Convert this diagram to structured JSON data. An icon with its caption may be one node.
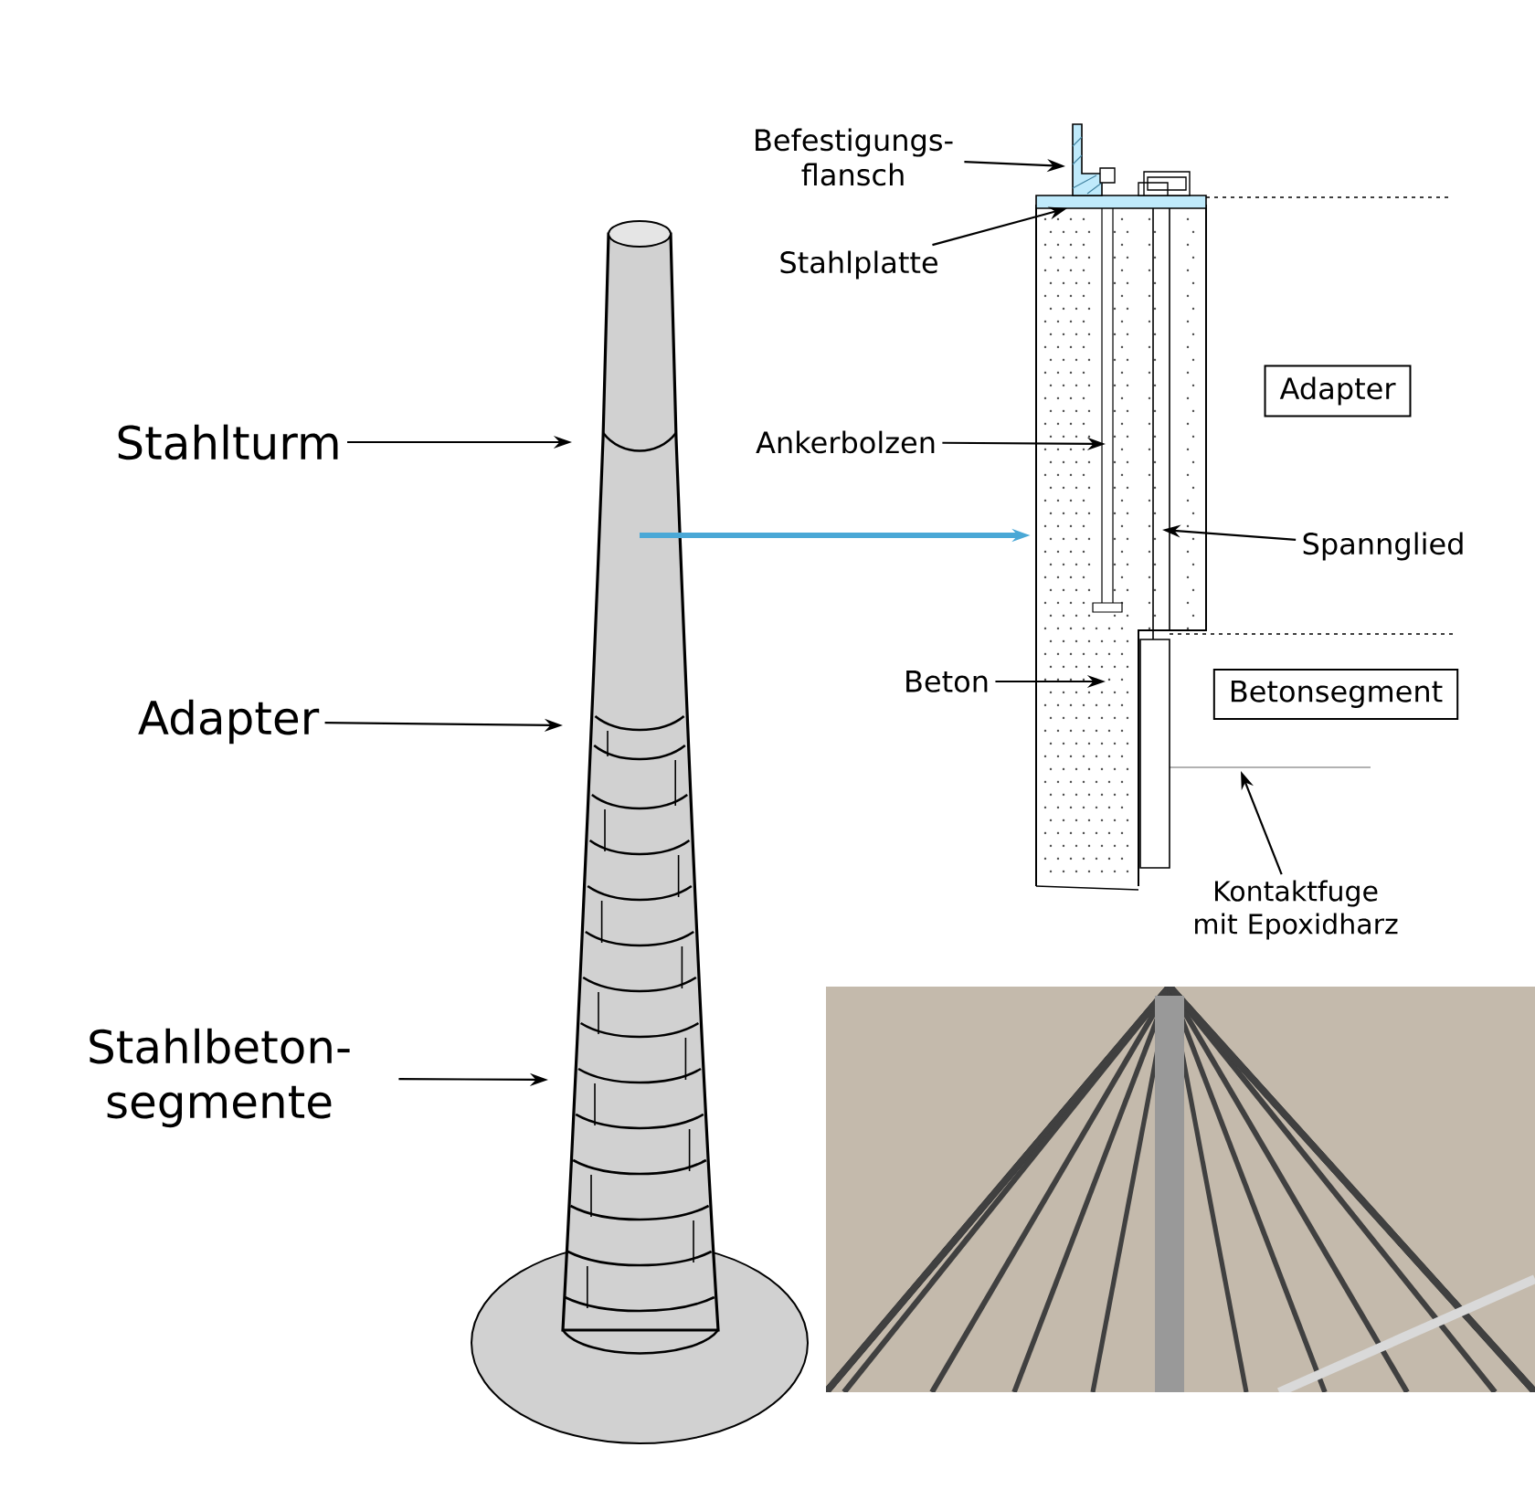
{
  "diagram": {
    "nodes": [
      {
        "text": [
          "Stahlturm"
        ]
      },
      {
        "text": [
          "Adapter"
        ]
      },
      {
        "text": [
          "Stahlbeton- segmente"
        ]
      },
      {
        "text": [],
        "shape": "picture"
      },
      {
        "text": [],
        "shape": "picture"
      },
      {
        "text": [
          "Befestigungs- flansch"
        ]
      },
      {
        "text": [
          "Stahlplatte"
        ]
      },
      {
        "text": [
          "Adapter"
        ]
      },
      {
        "text": [
          "Ankerbolzen"
        ]
      },
      {
        "text": [
          "Spannglied"
        ]
      },
      {
        "text": [
          "Beton"
        ]
      },
      {
        "text": [
          "Betonsegment"
        ]
      },
      {
        "text": [
          "Kontaktfuge mit Epoxidharz"
        ]
      }
    ],
    "edges": [
      {
        "from": 0,
        "to": 3,
        "arrow": "to"
      },
      {
        "from": 1,
        "to": 3,
        "arrow": "to"
      },
      {
        "from": 2,
        "to": 3,
        "arrow": "to"
      },
      {
        "from": 3,
        "to": 4,
        "arrow": "to",
        "style": "thick",
        "color": "#4aa8d6"
      },
      {
        "from": 5,
        "to": 4,
        "arrow": "to"
      },
      {
        "from": 6,
        "to": 4,
        "arrow": "to"
      },
      {
        "from": 8,
        "to": 4,
        "arrow": "to"
      },
      {
        "from": 9,
        "to": 4,
        "arrow": "to"
      },
      {
        "from": 10,
        "to": 4,
        "arrow": "to"
      },
      {
        "from": 12,
        "to": null,
        "arrow": "to"
      }
    ]
  }
}
